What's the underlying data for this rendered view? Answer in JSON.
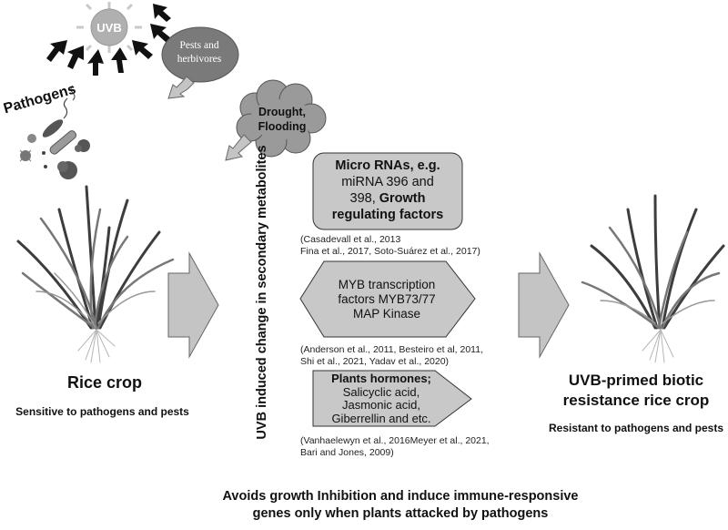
{
  "stressors": {
    "uvb_label": "UVB",
    "pests_label": "Pests and herbivores",
    "drought_label": "Drought, Flooding",
    "pathogens_label": "Pathogens"
  },
  "left_plant": {
    "title": "Rice crop",
    "subtitle": "Sensitive to pathogens and pests"
  },
  "vertical_label": "UVB induced change in secondary metabolites",
  "boxes": {
    "micro_rna": {
      "line1": "Micro RNAs, e.g.",
      "line2": "miRNA 396 and",
      "line3_a": "398, ",
      "line3_b": "Growth",
      "line4": "regulating factors"
    },
    "micro_rna_refs": {
      "line1": "(Casadevall et al., 2013",
      "line2": "Fina et al., 2017, Soto-Suárez et al.,  2017)"
    },
    "myb": {
      "line1": "MYB transcription",
      "line2": "factors MYB73/77",
      "line3": "MAP Kinase"
    },
    "myb_refs": {
      "line1": "(Anderson et al., 2011, Besteiro et al, 2011,",
      "line2": "Shi et al., 2021, Yadav et al., 2020)"
    },
    "hormones": {
      "line1": "Plants hormones;",
      "line2": "Salicyclic acid,",
      "line3": "Jasmonic acid,",
      "line4": "Giberrellin and etc."
    },
    "hormones_refs": {
      "line1": "(Vanhaelewyn et al., 2016Meyer et al., 2021,",
      "line2": "Bari and Jones, 2009)"
    }
  },
  "right_plant": {
    "title_line1": "UVB-primed biotic",
    "title_line2": "resistance rice crop",
    "subtitle": "Resistant to pathogens and pests"
  },
  "bottom_text": {
    "line1": "Avoids growth Inhibition and induce immune-responsive",
    "line2": "genes only when plants attacked by pathogens"
  },
  "colors": {
    "box_fill": "#c8c8c8",
    "arrow_fill": "#c4c4c4",
    "oval_fill": "#7a7a7a",
    "cloud_fill": "#9a9a9a",
    "sun_fill": "#b0b0b0"
  }
}
